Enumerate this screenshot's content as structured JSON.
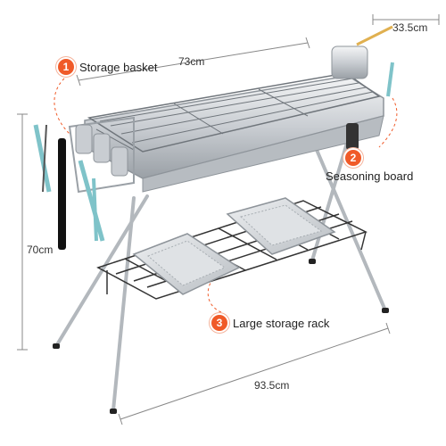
{
  "dimensions": {
    "width_top": "73cm",
    "depth": "33.5cm",
    "height": "70cm",
    "width_bottom": "93.5cm"
  },
  "callouts": [
    {
      "number": "1",
      "label": "Storage basket"
    },
    {
      "number": "2",
      "label": "Seasoning board"
    },
    {
      "number": "3",
      "label": "Large storage rack"
    }
  ],
  "colors": {
    "accent": "#f05a28",
    "steel": "#c9cdd2",
    "handle": "#7fc3c9",
    "dim_line": "#666666"
  }
}
